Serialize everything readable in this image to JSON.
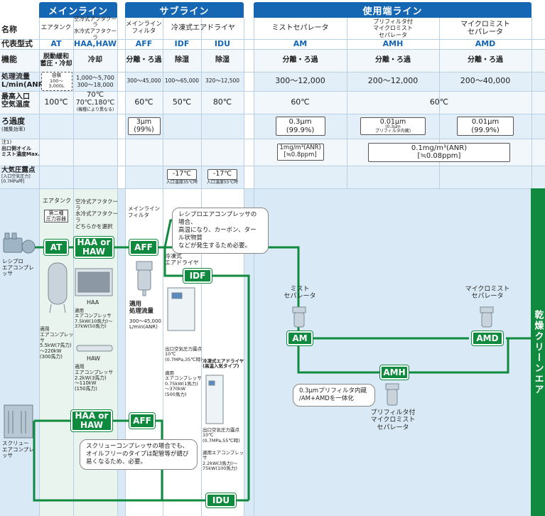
{
  "headers": {
    "main_line": "メインライン",
    "sub_line": "サブライン",
    "end_line": "使用端ライン"
  },
  "row_labels": {
    "name": "名称",
    "model": "代表型式",
    "function": "機能",
    "flow": "処理流量\nL/min(ANR)",
    "max_temp": "最高入口\n空気温度",
    "filtration": "ろ過度",
    "filtration_sub": "(捕集効率)",
    "oil_note": "注1)",
    "oil": "出口側オイル\nミスト濃度Max.",
    "dew": "大気圧露点",
    "dew_sub": "[入口空気圧力]\n[0.7MPa時]"
  },
  "columns": {
    "at": {
      "name": "エアタンク",
      "model": "AT",
      "function": "脱動緩和\n蓄圧・冷却",
      "flow_box": "容積\n100〜3,000L",
      "temp": "100℃"
    },
    "haa": {
      "name": "空冷式アフタクーラ\n水冷式アフタクーラ",
      "model": "HAA,HAW",
      "function": "冷却",
      "flow": "1,000〜5,700\n300〜18,000",
      "temp1": "70℃",
      "temp2": "70℃,180℃",
      "temp_note": "(機種により異なる)"
    },
    "aff": {
      "name": "メインライン\nフィルタ",
      "model": "AFF",
      "function": "分離・ろ過",
      "flow": "300〜45,000",
      "temp": "60℃",
      "filtration": "3μm\n(99%)"
    },
    "dryer_group": {
      "name": "冷凍式エアドライヤ"
    },
    "idf": {
      "model": "IDF",
      "function": "除湿",
      "flow": "100〜65,000",
      "temp": "50℃",
      "dew": "-17℃",
      "dew_note": "入口温度35℃時"
    },
    "idu": {
      "model": "IDU",
      "function": "除湿",
      "flow": "320〜12,500",
      "temp": "80℃",
      "dew": "-17℃",
      "dew_note": "入口温度55℃時"
    },
    "am": {
      "name": "ミストセパレータ",
      "model": "AM",
      "function": "分離・ろ過",
      "flow": "300〜12,000",
      "filtration": "0.3μm\n(99.9%)",
      "oil": "1mg/m³(ANR)\n[≒0.8ppm]"
    },
    "amh": {
      "name": "プリフィルタ付\nマイクロミスト\nセパレータ",
      "model": "AMH",
      "function": "分離・ろ過",
      "flow": "200〜12,000",
      "filtration": "0.01μm",
      "filtration_note": "(0.3μm\nプリフィルタ内蔵)"
    },
    "amd": {
      "name": "マイクロミスト\nセパレータ",
      "model": "AMD",
      "function": "分離・ろ過",
      "flow": "200〜40,000",
      "filtration": "0.01μm\n(99.9%)"
    },
    "temp_shared": "60℃",
    "oil_shared": "0.1mg/m³(ANR)\n[≒0.08ppm]"
  },
  "diagram": {
    "btn": {
      "at": "AT",
      "haa1": "HAA or\nHAW",
      "aff1": "AFF",
      "idf": "IDF",
      "am": "AM",
      "amd": "AMD",
      "amh": "AMH",
      "haa2": "HAA or\nHAW",
      "aff2": "AFF",
      "idu": "IDU"
    },
    "labels": {
      "tank": "エアタンク",
      "tank_box": "第二種\n圧力容器",
      "cooler": "空冷式アフタクーラ\n水冷式アフタクーラ\nどちらかを選択",
      "recipro": "レシプロ\nエアコンプレッサ",
      "screw": "スクリュー\nエアコンプレッサ",
      "main_filter": "メインライン\nフィルタ",
      "aff_flow": "適用\n処理流量",
      "aff_flow_value": "300〜45,000\nL/min(ANR)",
      "dryer_idf": "冷凍式\nエアドライヤ",
      "at_apply": "適用\nエアコンプレッサ\n5.5kW(7馬力)\n〜220kW\n(300馬力)",
      "haa_label": "HAA",
      "haa_apply": "適用\nエアコンプレッサ\n7.5kW(10馬力)〜\n37kW(50馬力)",
      "haw_label": "HAW",
      "haw_apply": "適用\nエアコンプレッサ\n2.2kW(3馬力)\n〜110kW\n(150馬力)",
      "idf_dew": "出口空気圧力露点\n10℃\n(0.7MPa,35℃時)",
      "idf_apply": "適用\nエアコンプレッサ\n0.75kW(1馬力)\n〜370kW\n(500馬力)",
      "idu_title": "冷凍式エアドライヤ\n(高温入気タイプ)",
      "idu_dew": "出口空気圧力露点\n10℃\n(0.7MPa,55℃時)",
      "idu_apply": "適用エアコンプレッサ\n2.2kW(3馬力)〜\n75kW(100馬力)",
      "mist_sep": "ミスト\nセパレータ",
      "micro_sep": "マイクロミスト\nセパレータ",
      "amh_note": "0.3μmプリフィルタ内蔵\n/AM+AMDを一体化",
      "amh_name": "プリフィルタ付\nマイクロミスト\nセパレータ"
    },
    "callout_recipro": "レシプロエアコンプレッサの場合、\n高温になり、カーボン、タール状物質\nなどが発生するため必要。",
    "callout_screw": "スクリューコンプレッサの場合でも、\nオイルフリーのタイプは配管等が錆び\n易くなるため、必要。",
    "dryer_bar": "乾燥クリーンエア"
  },
  "colors": {
    "header_blue": "#1667b3",
    "line_green": "#0f8a3e",
    "band_light": "#e8f1f9",
    "band_alt": "#d6e6f3",
    "diagram_bg": "#d9eaf6",
    "main_bg": "#e9f4ee"
  }
}
